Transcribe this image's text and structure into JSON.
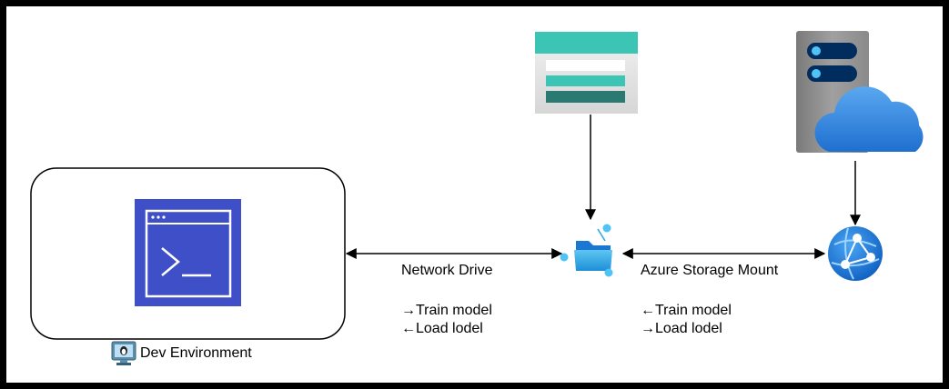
{
  "dev_environment": {
    "label": "Dev Environment",
    "monitor_icon": "linux-monitor-icon",
    "terminal_icon": "terminal-window-icon"
  },
  "network_drive": {
    "label": "Network Drive",
    "line1": "→Train model",
    "line2": "←Load lodel"
  },
  "azure_storage_mount": {
    "label": "Azure Storage Mount",
    "line1": "←Train model",
    "line2": "→Load lodel"
  },
  "icons": {
    "storage_list": "storage-list-icon",
    "shared_folder": "shared-folder-icon",
    "cloud_server": "cloud-server-icon",
    "app_service": "app-service-globe-icon"
  },
  "colors": {
    "terminal_bg": "#3f4fc8",
    "teal": "#3cc4b4",
    "dark_teal": "#2b7a72",
    "azure_blue": "#1a78d4",
    "cloud_blue": "#3b9ae8",
    "server_gray": "#8c8c8c",
    "server_dark": "#002c5e"
  }
}
